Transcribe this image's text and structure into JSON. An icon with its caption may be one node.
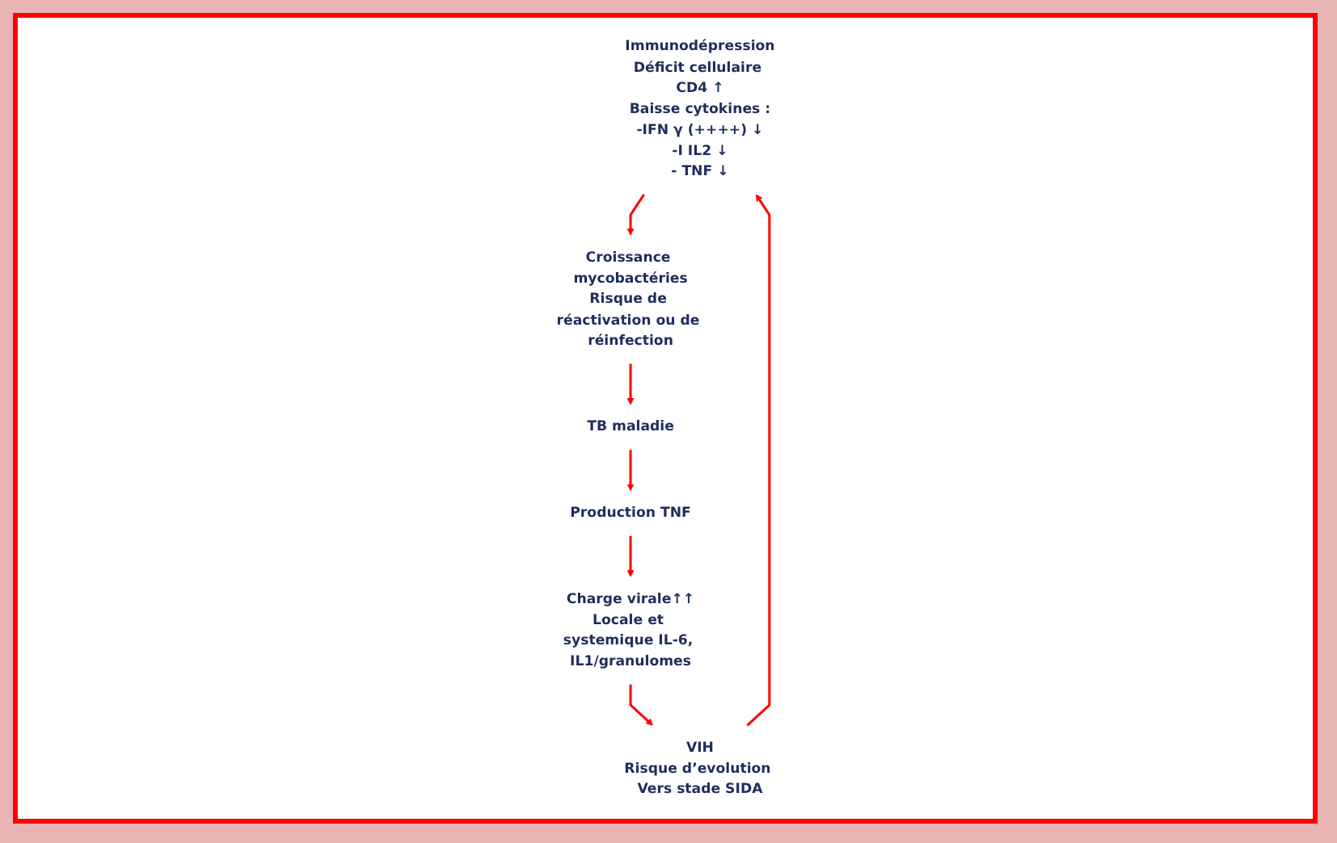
{
  "diagram": {
    "nodes": [
      {
        "text": [
          "Immunodépression",
          "Déficit cellulaire CD4 ↑",
          "Baisse cytokines :",
          "-IFN γ (++++) ↓",
          "-I IL2 ↓",
          "- TNF ↓"
        ]
      },
      {
        "text": [
          "Croissance mycobactéries",
          "Risque de réactivation ou de réinfection"
        ]
      },
      {
        "text": [
          "TB maladie"
        ]
      },
      {
        "text": [
          "Production TNF"
        ]
      },
      {
        "text": [
          "Charge virale↑↑",
          "Locale et systemique IL-6, IL1/granulomes"
        ]
      },
      {
        "text": [
          "VIH",
          "Risque d’evolution Vers stade SIDA"
        ]
      }
    ],
    "edges": [
      {
        "from": 0,
        "to": 1,
        "arrow": "to"
      },
      {
        "from": 1,
        "to": 2,
        "arrow": "to"
      },
      {
        "from": 2,
        "to": 3,
        "arrow": "to"
      },
      {
        "from": 3,
        "to": 4,
        "arrow": "to"
      },
      {
        "from": 4,
        "to": 5,
        "arrow": "to"
      },
      {
        "from": 5,
        "to": 0,
        "arrow": "to"
      }
    ]
  }
}
